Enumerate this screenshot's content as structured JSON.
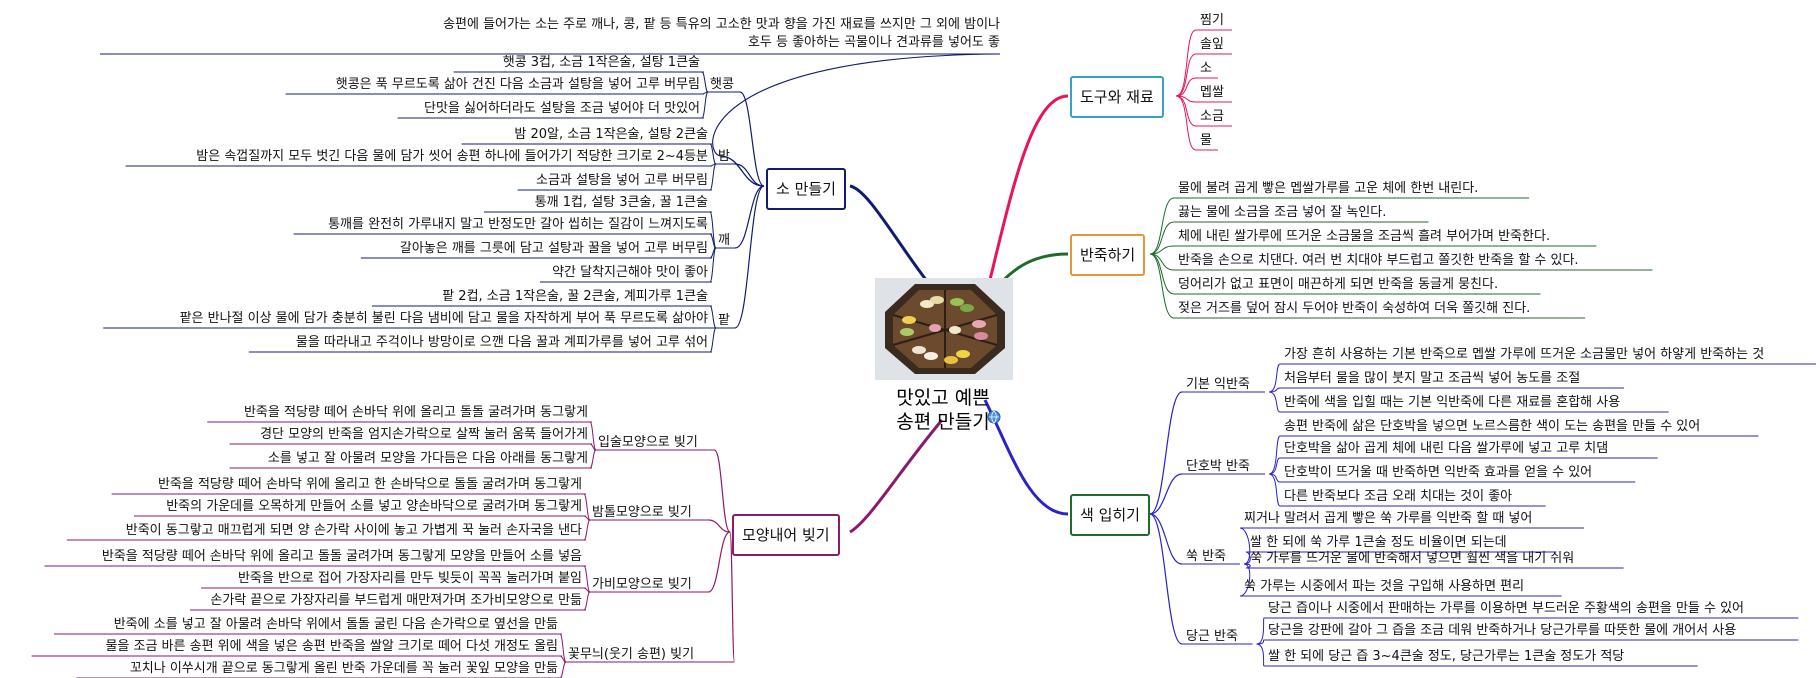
{
  "center": {
    "title_line1": "맛있고 예쁜",
    "title_line2": "송편 만들기",
    "image": "songpyeon-photo",
    "note_icon": "globe-icon"
  },
  "colors": {
    "tools": "#e8145a",
    "banjuk": "#1e6b2c",
    "color": "#2b22c9",
    "so": "#101c6e",
    "shape": "#8a1a6a"
  },
  "branches": {
    "so": {
      "title": "소 만들기",
      "intro": [
        "송편에 들어가는 소는 주로 깨나, 콩, 팥 등 특유의 고소한 맛과 향을 가진 재료를 쓰지만 그 외에 밤이나",
        "호두 등 좋아하는 곡물이나 견과류를 넣어도 좋"
      ],
      "groups": [
        {
          "label": "햇콩",
          "items": [
            "햇콩 3컵, 소금 1작은술, 설탕 1큰술",
            "햇콩은 푹 무르도록 삶아 건진 다음 소금과 설탕을 넣어 고루 버무림",
            "단맛을 싫어하더라도 설탕을 조금 넣어야 더 맛있어"
          ]
        },
        {
          "label": "밤",
          "items": [
            "밤 20알, 소금 1작은술, 설탕 2큰술",
            "밤은 속껍질까지 모두 벗긴 다음 물에 담가 씻어 송편 하나에 들어가기 적당한 크기로 2~4등분",
            "소금과 설탕을 넣어 고루 버무림"
          ]
        },
        {
          "label": "깨",
          "items": [
            "통깨 1컵, 설탕 3큰술, 꿀 1큰술",
            "통깨를 완전히 가루내지 말고 반정도만 갈아 씹히는 질감이 느껴지도록",
            "갈아놓은 깨를 그릇에 담고 설탕과 꿀을 넣어 고루 버무림",
            "약간 달착지근해야 맛이 좋아"
          ]
        },
        {
          "label": "팥",
          "items": [
            "팥 2컵, 소금 1작은술, 꿀 2큰술, 계피가루 1큰술",
            "팥은 반나절 이상 물에 담가 충분히 불린 다음 냄비에 담고 물을 자작하게 부어 푹 무르도록 삶아야",
            "물을 따라내고 주걱이나 방망이로 으깬 다음 꿀과 계피가루를 넣어 고루 섞어"
          ]
        }
      ]
    },
    "shape": {
      "title": "모양내어 빚기",
      "groups": [
        {
          "label": "입술모양으로 빚기",
          "items": [
            "반죽을 적당량 떼어 손바닥 위에 올리고 돌돌 굴려가며 동그랗게",
            "경단 모양의 반죽을 엄지손가락으로 살짝 눌러 움푹 들어가게",
            "소를 넣고 잘 아물려 모양을 가다듬은 다음 아래를 동그랗게"
          ]
        },
        {
          "label": "밤톨모양으로 빚기",
          "items": [
            "반죽을 적당량 떼어 손바닥 위에 올리고 한 손바닥으로 돌돌 굴려가며 동그랗게",
            "반죽의 가운데를 오목하게 만들어 소를 넣고 양손바닥으로 굴려가며 동그랗게",
            "반죽이 동그랗고 매끄럽게 되면 양 손가락 사이에 놓고 가볍게 꾹 눌러 손자국을 낸다"
          ]
        },
        {
          "label": "가비모양으로 빚기",
          "items": [
            "반죽을 적당량 떼어 손바닥 위에 올리고 돌돌 굴려가며 동그랗게 모양을 만들어 소를 넣음",
            "반죽을 반으로 접어 가장자리를 만두 빚듯이 꼭꼭 눌러가며 붙임",
            "손가락 끝으로 가장자리를 부드럽게 매만져가며 조가비모양으로 만듦"
          ]
        },
        {
          "label": "꽃무늬(웃기 송편) 빚기",
          "items": [
            "반죽에 소를 넣고 잘 아물려 손바닥 위에서 돌돌 굴린 다음 손가락으로 옆선을 만듦",
            "물을 조금 바른 송편 위에 색을 넣은 송편 반죽을 쌀알 크기로 떼어 다섯 개정도 올림",
            "꼬치나 이쑤시개 끝으로 동그랗게 올린 반죽 가운데를 꼭 눌러 꽃잎 모양을 만듦"
          ]
        }
      ]
    },
    "tools": {
      "title": "도구와 재료",
      "items": [
        "찜기",
        "솔잎",
        "소",
        "멥쌀",
        "소금",
        "물"
      ]
    },
    "banjuk": {
      "title": "반죽하기",
      "items": [
        "물에 불려 곱게 빻은 멥쌀가루를 고운 체에 한번 내린다.",
        "끓는 물에 소금을 조금 넣어 잘 녹인다.",
        "체에 내린 쌀가루에 뜨거운 소금물을 조금씩 흘려 부어가며 반죽한다.",
        "반죽을 손으로 치댄다. 여러 번 치대야 부드럽고 쫄깃한 반죽을 할 수 있다.",
        "덩어리가 없고 표면이 매끈하게 되면 반죽을 동글게 뭉친다.",
        "젖은 거즈를 덮어 잠시 두어야 반죽이 숙성하여 더욱 쫄깃해 진다."
      ]
    },
    "color": {
      "title": "색 입히기",
      "groups": [
        {
          "label": "기본 익반죽",
          "items": [
            "가장 흔히 사용하는 기본 반죽으로 멥쌀 가루에 뜨거운 소금물만 넣어 하얗게 반죽하는 것",
            "처음부터 물을 많이 붓지 말고 조금씩 넣어 농도를 조절",
            "반죽에 색을 입힐 때는 기본 익반죽에 다른 재료를 혼합해 사용"
          ]
        },
        {
          "label": "단호박 반죽",
          "items": [
            "송편 반죽에 삶은 단호박을 넣으면 노르스름한 색이 도는 송편을 만들 수 있어",
            "단호박을 삶아 곱게 체에 내린 다음 쌀가루에 넣고 고루 치댐",
            "단호박이 뜨거울 때 반죽하면 익반죽 효과를 얻을 수 있어",
            "다른 반죽보다 조금 오래 치대는 것이 좋아"
          ]
        },
        {
          "label": "쑥 반죽",
          "items": [
            "찌거나 말려서 곱게 빻은 쑥 가루를 익반죽 할 때 넣어",
            "쌀 한 되에 쑥 가루 1큰술 정도 비율이면 되는데",
            "쑥 가루를 뜨거운 물에 반죽해서 넣으면 훨씬 색을 내기 쉬워",
            "쑥 가루는 시중에서 파는 것을 구입해 사용하면 편리"
          ]
        },
        {
          "label": "당근 반죽",
          "items": [
            "당근 즙이나 시중에서 판매하는 가루를 이용하면 부드러운 주황색의 송편을 만들 수 있어",
            "당근을 강판에 갈아 그 즙을 조금 데워 반죽하거나 당근가루를 따뜻한 물에 개어서 사용",
            "쌀 한 되에 당근 즙 3~4큰술 정도, 당근가루는 1큰술 정도가 적당"
          ]
        }
      ]
    }
  }
}
